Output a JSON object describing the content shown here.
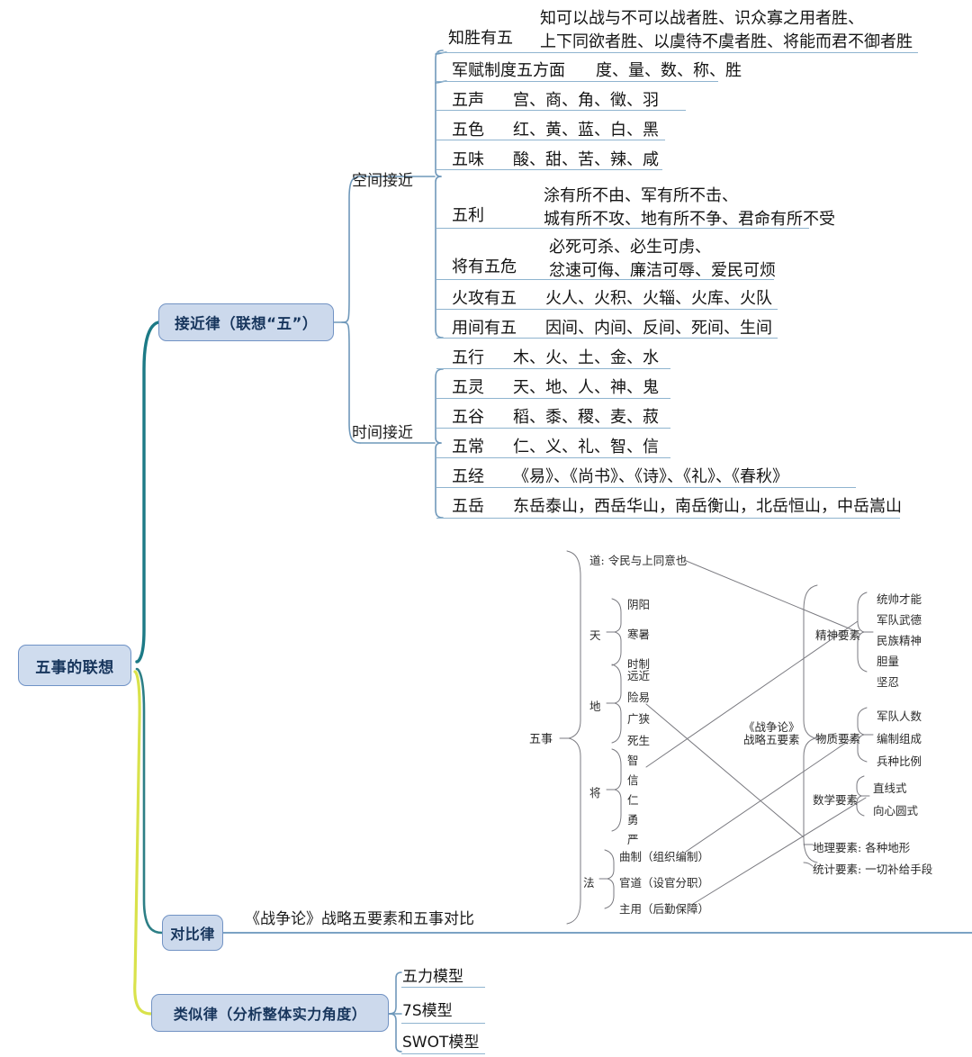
{
  "title": "五事的联想",
  "colors": {
    "node_fill": "#ccd9ec",
    "node_border": "#7293c4",
    "node_text": "#17355c",
    "branch_teal": "#1c7a86",
    "branch_yellow": "#d9e24b",
    "leaf_line": "#8fb4cf",
    "sub_line": "#7a7a80"
  },
  "root": {
    "label": "五事的联想"
  },
  "branches": [
    {
      "id": "b1",
      "label": "接近律（联想“五”）"
    },
    {
      "id": "b2",
      "label": "对比律"
    },
    {
      "id": "b3",
      "label": "类似律（分析整体实力角度）"
    }
  ],
  "sub_branches": [
    {
      "id": "s1",
      "label": "空间接近"
    },
    {
      "id": "s2",
      "label": "时间接近"
    }
  ],
  "spatial_items": [
    {
      "key": "知胜有五",
      "value_line1": "知可以战与不可以战者胜、识众寡之用者胜、",
      "value_line2": "上下同欲者胜、以虞待不虞者胜、将能而君不御者胜"
    },
    {
      "key": "军赋制度五方面",
      "value_line1": "度、量、数、称、胜",
      "value_line2": ""
    },
    {
      "key": "五声",
      "value_line1": "宫、商、角、徵、羽",
      "value_line2": ""
    },
    {
      "key": "五色",
      "value_line1": "红、黄、蓝、白、黑",
      "value_line2": ""
    },
    {
      "key": "五味",
      "value_line1": "酸、甜、苦、辣、咸",
      "value_line2": ""
    },
    {
      "key": "五利",
      "value_line1": "涂有所不由、军有所不击、",
      "value_line2": "城有所不攻、地有所不争、君命有所不受"
    },
    {
      "key": "将有五危",
      "value_line1": "必死可杀、必生可虏、",
      "value_line2": "忿速可侮、廉洁可辱、爱民可烦"
    },
    {
      "key": "火攻有五",
      "value_line1": "火人、火积、火辎、火库、火队",
      "value_line2": ""
    },
    {
      "key": "用间有五",
      "value_line1": "因间、内间、反间、死间、生间",
      "value_line2": ""
    }
  ],
  "temporal_items": [
    {
      "key": "五行",
      "value_line1": "木、火、土、金、水",
      "value_line2": ""
    },
    {
      "key": "五灵",
      "value_line1": "天、地、人、神、鬼",
      "value_line2": ""
    },
    {
      "key": "五谷",
      "value_line1": "稻、黍、稷、麦、菽",
      "value_line2": ""
    },
    {
      "key": "五常",
      "value_line1": "仁、义、礼、智、信",
      "value_line2": ""
    },
    {
      "key": "五经",
      "value_line1": "《易》、《尚书》、《诗》、《礼》、《春秋》",
      "value_line2": ""
    },
    {
      "key": "五岳",
      "value_line1": "东岳泰山，西岳华山，南岳衡山，北岳恒山，中岳嵩山",
      "value_line2": ""
    }
  ],
  "contrast": {
    "caption": "《战争论》战略五要素和五事对比"
  },
  "similarity_models": [
    {
      "label": "五力模型"
    },
    {
      "label": "7S模型"
    },
    {
      "label": "SWOT模型"
    }
  ],
  "comparison_diagram": {
    "left_root": "五事",
    "left_groups": [
      {
        "name": "道",
        "inline_value": "令民与上同意也",
        "children": []
      },
      {
        "name": "天",
        "inline_value": "",
        "children": [
          "阴阳",
          "寒暑",
          "时制"
        ]
      },
      {
        "name": "地",
        "inline_value": "",
        "children": [
          "远近",
          "险易",
          "广狭",
          "死生"
        ]
      },
      {
        "name": "将",
        "inline_value": "",
        "children": [
          "智",
          "信",
          "仁",
          "勇",
          "严"
        ]
      },
      {
        "name": "法",
        "inline_value": "",
        "children": [
          "曲制（组织编制）",
          "官道（设官分职）",
          "主用（后勤保障）"
        ]
      }
    ],
    "right_root_line1": "《战争论》",
    "right_root_line2": "战略五要素",
    "right_groups": [
      {
        "name": "精神要素",
        "inline_value": "",
        "children": [
          "统帅才能",
          "军队武德",
          "民族精神",
          "胆量",
          "坚忍"
        ]
      },
      {
        "name": "物质要素",
        "inline_value": "",
        "children": [
          "军队人数",
          "编制组成",
          "兵种比例"
        ]
      },
      {
        "name": "数学要素",
        "inline_value": "",
        "children": [
          "直线式",
          "向心圆式"
        ]
      },
      {
        "name": "地理要素",
        "inline_value": "各种地形",
        "children": []
      },
      {
        "name": "统计要素",
        "inline_value": "一切补给手段",
        "children": []
      }
    ]
  }
}
